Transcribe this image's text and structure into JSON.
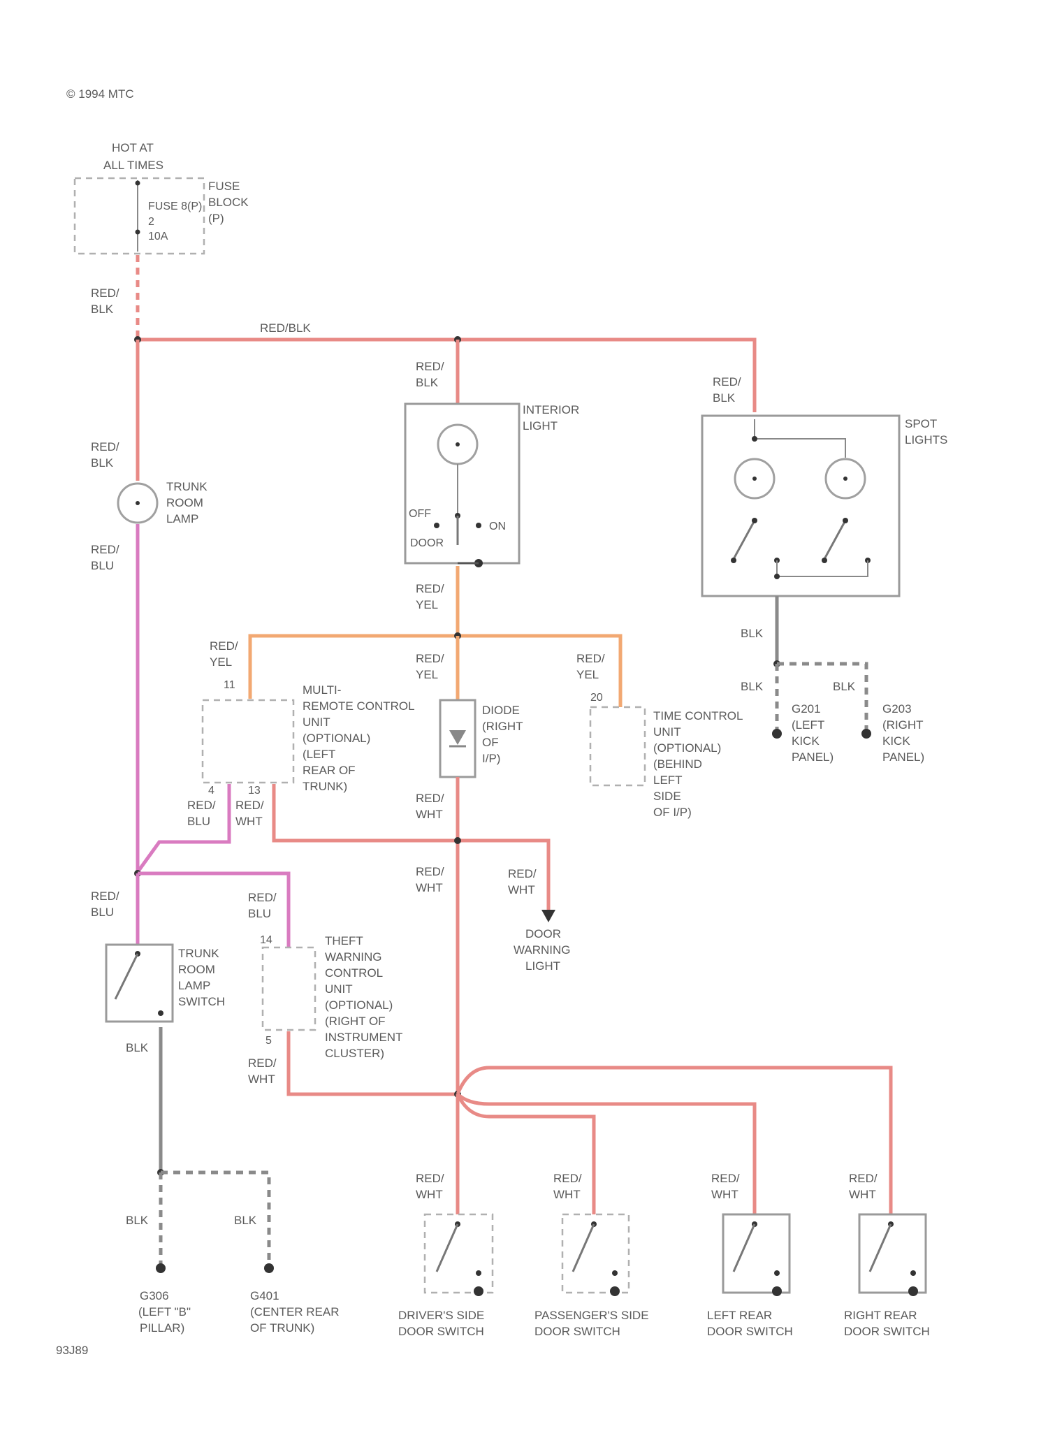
{
  "copyright": "© 1994 MTC",
  "figure_id": "93J89",
  "power": {
    "title_line1": "HOT AT",
    "title_line2": "ALL TIMES",
    "fuse_block_l1": "FUSE",
    "fuse_block_l2": "BLOCK",
    "fuse_block_l3": "(P)",
    "fuse_l1": "FUSE 8(P)",
    "fuse_l2": "2",
    "fuse_l3": "10A"
  },
  "wires": {
    "red_blk": "RED/BLK",
    "red": "RED/",
    "blk": "BLK",
    "blu": "BLU",
    "yel": "YEL",
    "wht": "WHT"
  },
  "trunk_room_lamp": {
    "l1": "TRUNK",
    "l2": "ROOM",
    "l3": "LAMP"
  },
  "interior_light": {
    "l1": "INTERIOR",
    "l2": "LIGHT",
    "off": "OFF",
    "on": "ON",
    "door": "DOOR"
  },
  "spot_lights": {
    "l1": "SPOT",
    "l2": "LIGHTS"
  },
  "multi_remote": {
    "l1": "MULTI-",
    "l2": "REMOTE CONTROL",
    "l3": "UNIT",
    "l4": "(OPTIONAL)",
    "l5": "(LEFT",
    "l6": "REAR OF",
    "l7": "TRUNK)",
    "pin_top": "11",
    "pin_a": "4",
    "pin_b": "13"
  },
  "diode": {
    "l1": "DIODE",
    "l2": "(RIGHT",
    "l3": "OF",
    "l4": "I/P)"
  },
  "time_control": {
    "l1": "TIME CONTROL",
    "l2": "UNIT",
    "l3": "(OPTIONAL)",
    "l4": "(BEHIND",
    "l5": "LEFT",
    "l6": "SIDE",
    "l7": "OF I/P)",
    "pin": "20"
  },
  "g201": {
    "l1": "G201",
    "l2": "(LEFT",
    "l3": "KICK",
    "l4": "PANEL)"
  },
  "g203": {
    "l1": "G203",
    "l2": "(RIGHT",
    "l3": "KICK",
    "l4": "PANEL)"
  },
  "door_warning": {
    "l1": "DOOR",
    "l2": "WARNING",
    "l3": "LIGHT"
  },
  "trunk_switch": {
    "l1": "TRUNK",
    "l2": "ROOM",
    "l3": "LAMP",
    "l4": "SWITCH"
  },
  "theft": {
    "l1": "THEFT",
    "l2": "WARNING",
    "l3": "CONTROL",
    "l4": "UNIT",
    "l5": "(OPTIONAL)",
    "l6": "(RIGHT OF",
    "l7": "INSTRUMENT",
    "l8": "CLUSTER)",
    "pin_top": "14",
    "pin_bot": "5"
  },
  "g306": {
    "l1": "G306",
    "l2": "(LEFT \"B\"",
    "l3": "PILLAR)"
  },
  "g401": {
    "l1": "G401",
    "l2": "(CENTER REAR",
    "l3": "OF TRUNK)"
  },
  "door_switches": {
    "drivers": {
      "l1": "DRIVER'S SIDE",
      "l2": "DOOR SWITCH"
    },
    "passengers": {
      "l1": "PASSENGER'S SIDE",
      "l2": "DOOR SWITCH"
    },
    "left_rear": {
      "l1": "LEFT REAR",
      "l2": "DOOR SWITCH"
    },
    "right_rear": {
      "l1": "RIGHT REAR",
      "l2": "DOOR SWITCH"
    }
  },
  "colors": {
    "red": "#e88a86",
    "pink": "#d97bc0",
    "orange": "#f2a872",
    "black": "#8a8a8a"
  }
}
